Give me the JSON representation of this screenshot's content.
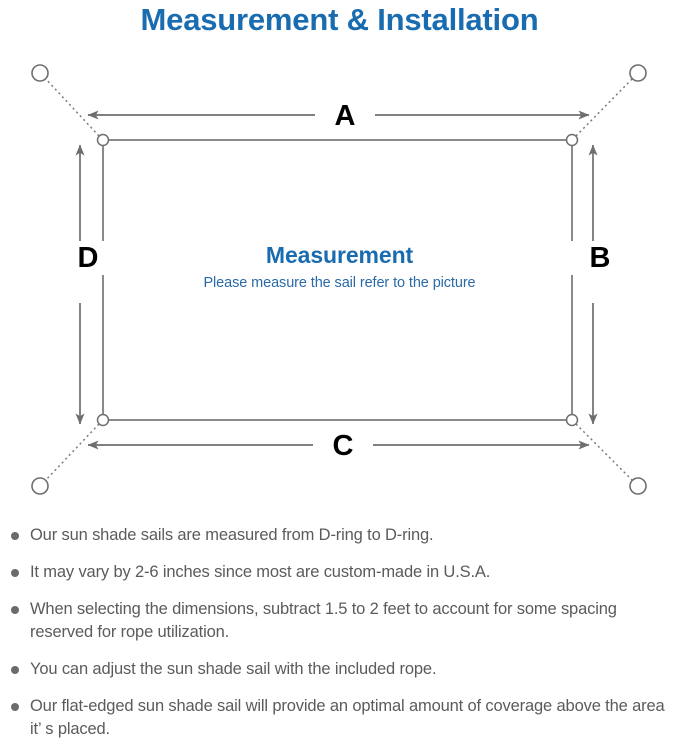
{
  "page": {
    "title": "Measurement & Installation",
    "title_color": "#1a6cb0",
    "background": "#ffffff"
  },
  "diagram": {
    "name": "sun-shade-sail-measurement-diagram",
    "center": {
      "heading": "Measurement",
      "subtext": "Please measure the sail refer to the picture",
      "heading_color": "#1a6cb0",
      "subtext_color": "#2a6aa8"
    },
    "dimension_labels": [
      {
        "id": "A",
        "label": "A",
        "position": "top",
        "orientation": "horizontal"
      },
      {
        "id": "B",
        "label": "B",
        "position": "right",
        "orientation": "vertical"
      },
      {
        "id": "C",
        "label": "C",
        "position": "bottom",
        "orientation": "horizontal"
      },
      {
        "id": "D",
        "label": "D",
        "position": "left",
        "orientation": "vertical"
      }
    ],
    "sail": {
      "shape": "rectangle",
      "edge_color": "#6e6e6e",
      "corner_rings": 4,
      "corner_ring_name": "d-ring"
    },
    "anchor_points": {
      "count": 4,
      "name": "anchor-circle",
      "connector_style": "dotted",
      "connector_color": "#7a7a7a"
    },
    "arrow_color": "#6e6e6e"
  },
  "notes": {
    "bullet_color": "#6b6b6b",
    "text_color": "#5b5b5b",
    "items": [
      "Our sun shade sails are measured from D-ring to D-ring.",
      "It may vary by 2-6 inches since most are custom-made in U.S.A.",
      "When selecting the dimensions, subtract 1.5 to 2 feet to account for some spacing reserved for rope utilization.",
      "You can adjust the sun shade sail with the included rope.",
      "Our flat-edged sun shade sail will provide an optimal amount of coverage above the area it’ s placed."
    ]
  }
}
